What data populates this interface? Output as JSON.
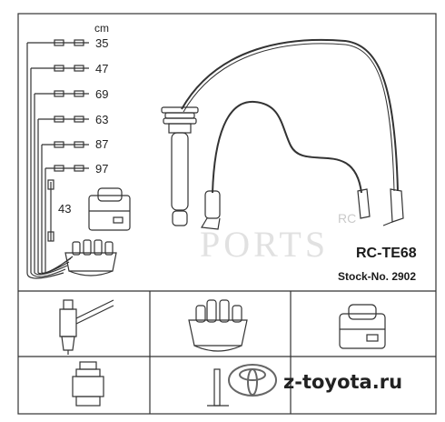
{
  "unit_label": "cm",
  "lead_lengths": [
    "35",
    "47",
    "69",
    "63",
    "87",
    "97"
  ],
  "coil_lead_length": "43",
  "kit_title": "RC-TE68",
  "stock_label": "Stock-No. 2902",
  "watermark_text": "PORTS",
  "watermark_corner": "RC",
  "site_text": "z-toyota.ru",
  "components": [
    "spark-plug",
    "distributor-cap",
    "ignition-coil",
    "plug-boot",
    "coil-tower"
  ],
  "colors": {
    "line": "#333333",
    "watermark": "#aaaaaa"
  }
}
